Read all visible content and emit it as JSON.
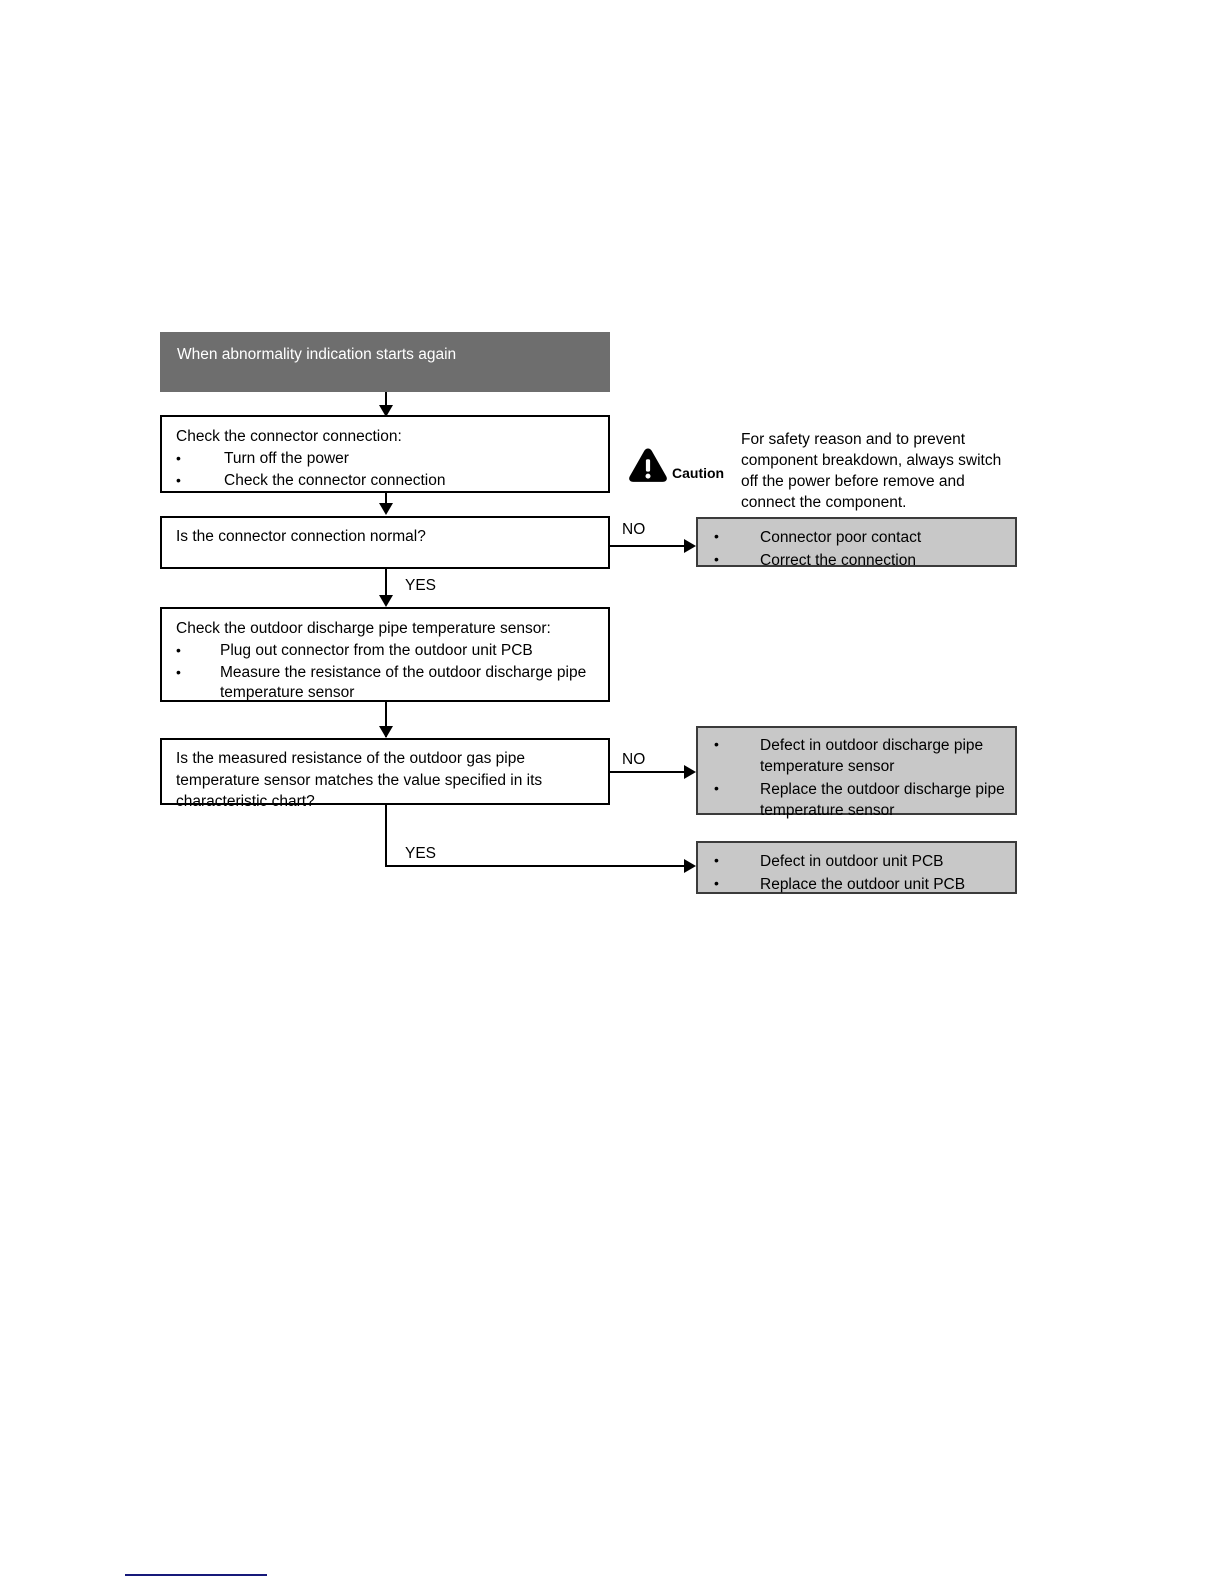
{
  "document": {
    "type": "troubleshooting-flowchart",
    "footer_rule_color": "#16197a"
  },
  "colors": {
    "header_fill": "#6e6e6e",
    "header_text": "#ffffff",
    "result_fill": "#c8c8c8",
    "result_border": "#3b3b3b",
    "process_border": "#000000",
    "connector": "#000000"
  },
  "flow": {
    "header": {
      "label": "When abnormality indication starts again"
    },
    "step1": {
      "lead": "Check the connector connection:",
      "bullets": [
        "Turn off the power",
        "Check the connector connection"
      ]
    },
    "decision1": {
      "question": "Is the connector connection normal?",
      "no_label": "NO",
      "yes_label": "YES"
    },
    "result1": {
      "bullets": [
        "Connector poor contact",
        "Correct the connection"
      ]
    },
    "step2": {
      "lead": "Check the outdoor discharge pipe temperature sensor:",
      "bullets": [
        "Plug out connector from the outdoor unit PCB",
        "Measure the resistance of the outdoor discharge pipe temperature sensor"
      ]
    },
    "decision2": {
      "question": "Is the measured resistance of the outdoor gas pipe temperature sensor matches the value specified in its characteristic chart?",
      "no_label": "NO",
      "yes_label": "YES"
    },
    "result2": {
      "bullets": [
        "Defect in outdoor discharge pipe temperature sensor",
        "Replace the outdoor discharge pipe temperature sensor"
      ]
    },
    "result3": {
      "bullets": [
        "Defect in outdoor unit PCB",
        "Replace the outdoor unit PCB"
      ]
    }
  },
  "caution": {
    "icon": "warning-triangle-icon",
    "word": "Caution",
    "text": "For safety reason and to prevent component breakdown, always switch off the power before remove and connect the component."
  }
}
